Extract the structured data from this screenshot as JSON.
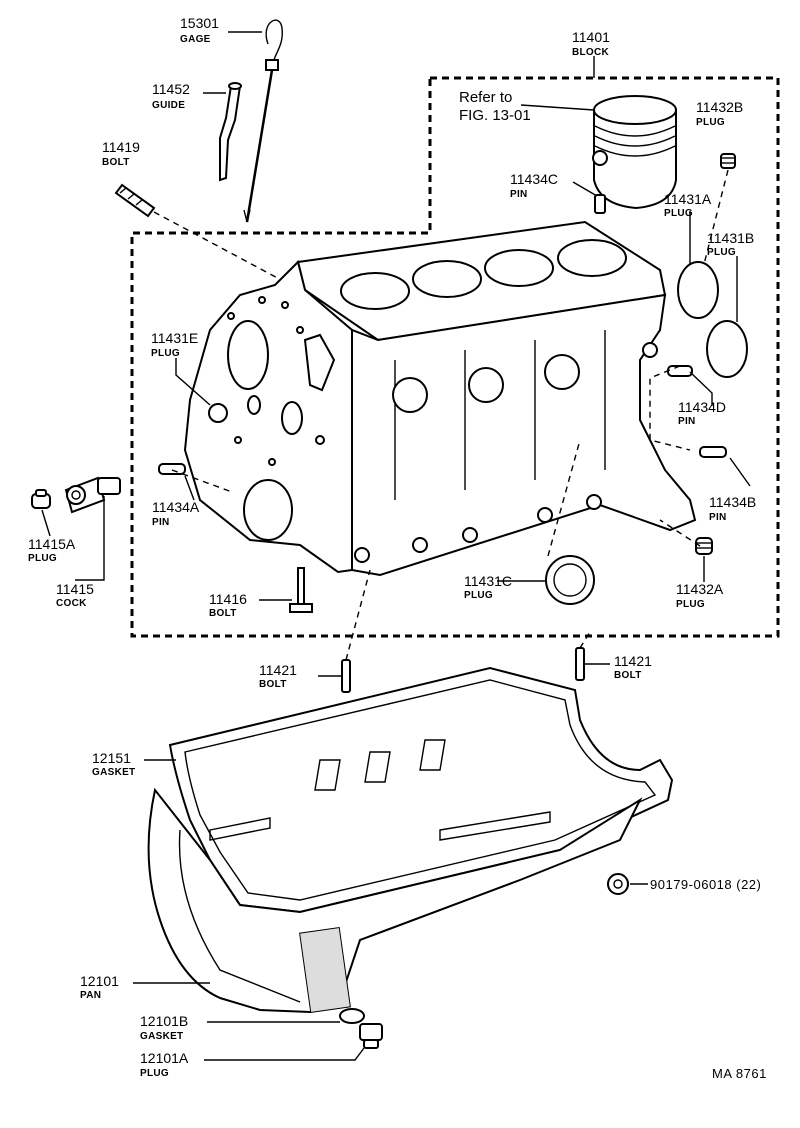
{
  "callouts": {
    "c15301": {
      "number": "15301",
      "name": "GAGE"
    },
    "c11452": {
      "number": "11452",
      "name": "GUIDE"
    },
    "c11419": {
      "number": "11419",
      "name": "BOLT"
    },
    "c11401": {
      "number": "11401",
      "name": "BLOCK"
    },
    "c11432B": {
      "number": "11432B",
      "name": "PLUG"
    },
    "c11434C": {
      "number": "11434C",
      "name": "PIN"
    },
    "c11431A": {
      "number": "11431A",
      "name": "PLUG"
    },
    "c11431B": {
      "number": "11431B",
      "name": "PLUG"
    },
    "c11431E": {
      "number": "11431E",
      "name": "PLUG"
    },
    "c11434D": {
      "number": "11434D",
      "name": "PIN"
    },
    "c11434A": {
      "number": "11434A",
      "name": "PIN"
    },
    "c11434B": {
      "number": "11434B",
      "name": "PIN"
    },
    "c11415A": {
      "number": "11415A",
      "name": "PLUG"
    },
    "c11415": {
      "number": "11415",
      "name": "COCK"
    },
    "c11431C": {
      "number": "11431C",
      "name": "PLUG"
    },
    "c11432A": {
      "number": "11432A",
      "name": "PLUG"
    },
    "c11416": {
      "number": "11416",
      "name": "BOLT"
    },
    "c11421L": {
      "number": "11421",
      "name": "BOLT"
    },
    "c11421R": {
      "number": "11421",
      "name": "BOLT"
    },
    "c12151": {
      "number": "12151",
      "name": "GASKET"
    },
    "c12101": {
      "number": "12101",
      "name": "PAN"
    },
    "c12101B": {
      "number": "12101B",
      "name": "GASKET"
    },
    "c12101A": {
      "number": "12101A",
      "name": "PLUG"
    }
  },
  "reference": {
    "line1": "Refer to",
    "line2": "FIG. 13-01"
  },
  "nut_label": "90179-06018 (22)",
  "diagram_code": "MA  8761"
}
